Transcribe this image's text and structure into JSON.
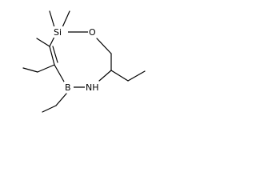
{
  "molecule": {
    "atoms": {
      "si": "Si",
      "o": "O",
      "b": "B",
      "nh": "NH"
    }
  },
  "colors": {
    "background": "#ffffff",
    "bond": "#000000",
    "text": "#000000"
  }
}
